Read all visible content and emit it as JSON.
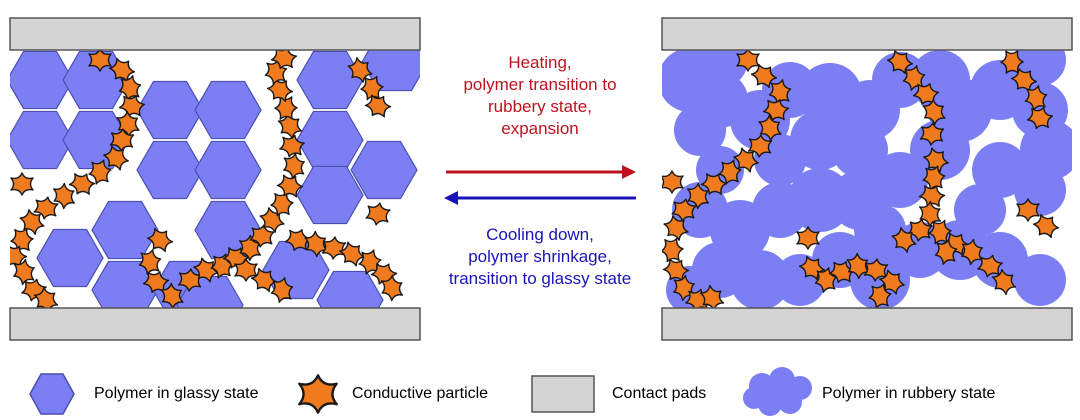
{
  "process": {
    "heating": {
      "lines": [
        "Heating,",
        "polymer transition to",
        "rubbery state,",
        "expansion"
      ],
      "color": "#c0111e"
    },
    "cooling": {
      "lines": [
        "Cooling down,",
        "polymer shrinkage,",
        "transition to glassy state"
      ],
      "color": "#1a14b8"
    }
  },
  "legend": {
    "glassy": "Polymer in glassy state",
    "particle": "Conductive particle",
    "pads": "Contact pads",
    "rubbery": "Polymer in rubbery state"
  },
  "colors": {
    "polymer_fill": "#7b7ff3",
    "polymer_stroke": "#4a4fb0",
    "particle_fill": "#f07a1e",
    "particle_stroke": "#1a1a1a",
    "pad_fill": "#d4d4d4",
    "pad_stroke": "#555555"
  }
}
